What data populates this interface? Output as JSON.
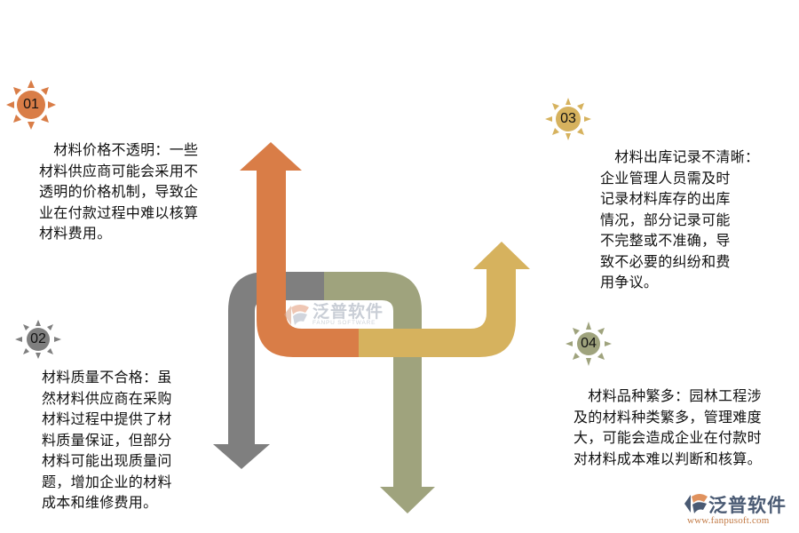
{
  "colors": {
    "orange": "#d97d47",
    "gray": "#7f7f7f",
    "olive": "#9fa37d",
    "yellow": "#d6b25e"
  },
  "items": [
    {
      "number": "01",
      "color": "#d97d47",
      "text_lines": [
        "　材料价格不透明：一些",
        "材料供应商可能会采用不",
        "透明的价格机制，导致企",
        "业在付款过程中难以核算",
        "材料费用。"
      ]
    },
    {
      "number": "02",
      "color": "#7f7f7f",
      "text_lines": [
        "材料质量不合格：虽",
        "然材料供应商在采购",
        "材料过程中提供了材",
        "料质量保证，但部分",
        "材料可能出现质量问",
        "题，增加企业的材料",
        "成本和维修费用。"
      ]
    },
    {
      "number": "03",
      "color": "#d6b25e",
      "text_lines": [
        "　材料出库记录不清晰：",
        "企业管理人员需及时",
        "记录材料库存的出库",
        "情况，部分记录可能",
        "不完整或不准确，导",
        "致不必要的纠纷和费",
        "用争议。"
      ]
    },
    {
      "number": "04",
      "color": "#9fa37d",
      "text_lines": [
        "　材料品种繁多：园林工程涉",
        "及的材料种类繁多，管理难度",
        "大，可能会造成企业在付款时",
        "对材料成本难以判断和核算。"
      ]
    }
  ],
  "watermark": {
    "cn": "泛普软件",
    "en": "FANPU SOFTWARE"
  },
  "logo": {
    "cn": "泛普软件",
    "url": "www.fanpusoft.com"
  }
}
